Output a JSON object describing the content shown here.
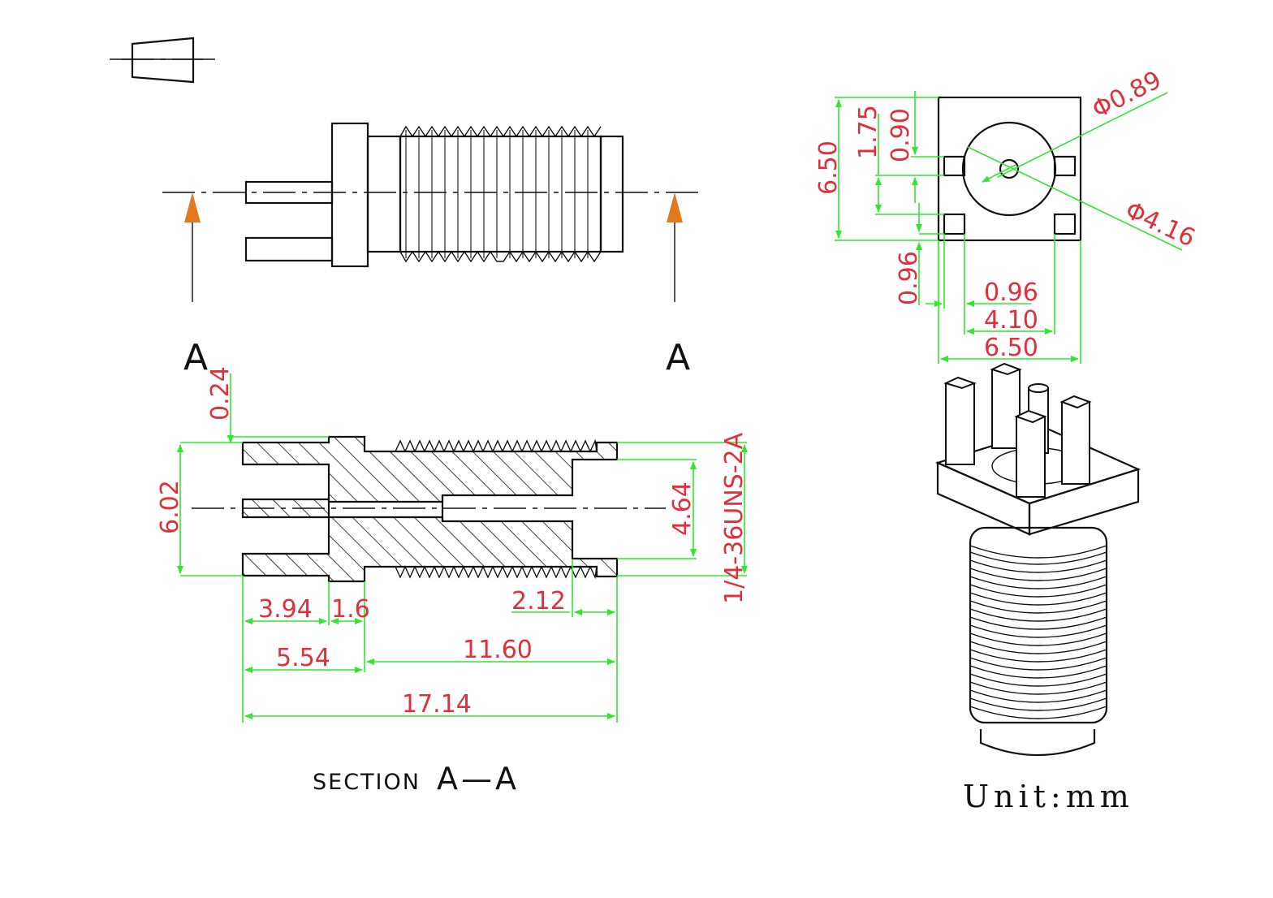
{
  "labels": {
    "section_mark_left": "A",
    "section_mark_right": "A",
    "section_title": "SECTION",
    "section_title_suffix": "A—A",
    "unit": "Unit:mm"
  },
  "dimensions": {
    "d_024": "0.24",
    "d_602": "6.02",
    "d_464": "4.64",
    "d_thread": "1/4-36UNS-2A",
    "d_394": "3.94",
    "d_16": "1.6",
    "d_212": "2.12",
    "d_554": "5.54",
    "d_1160": "11.60",
    "d_1714": "17.14",
    "d_650_v": "6.50",
    "d_175": "1.75",
    "d_090": "0.90",
    "d_096_v": "0.96",
    "d_phi089": "Φ0.89",
    "d_phi416": "Φ4.16",
    "d_096_h": "0.96",
    "d_410": "4.10",
    "d_650_h": "6.50"
  },
  "colors": {
    "dimension_line": "#2ee82e",
    "dimension_text": "#e0303a",
    "arrow": "#e07a1c",
    "outline": "#111111"
  }
}
